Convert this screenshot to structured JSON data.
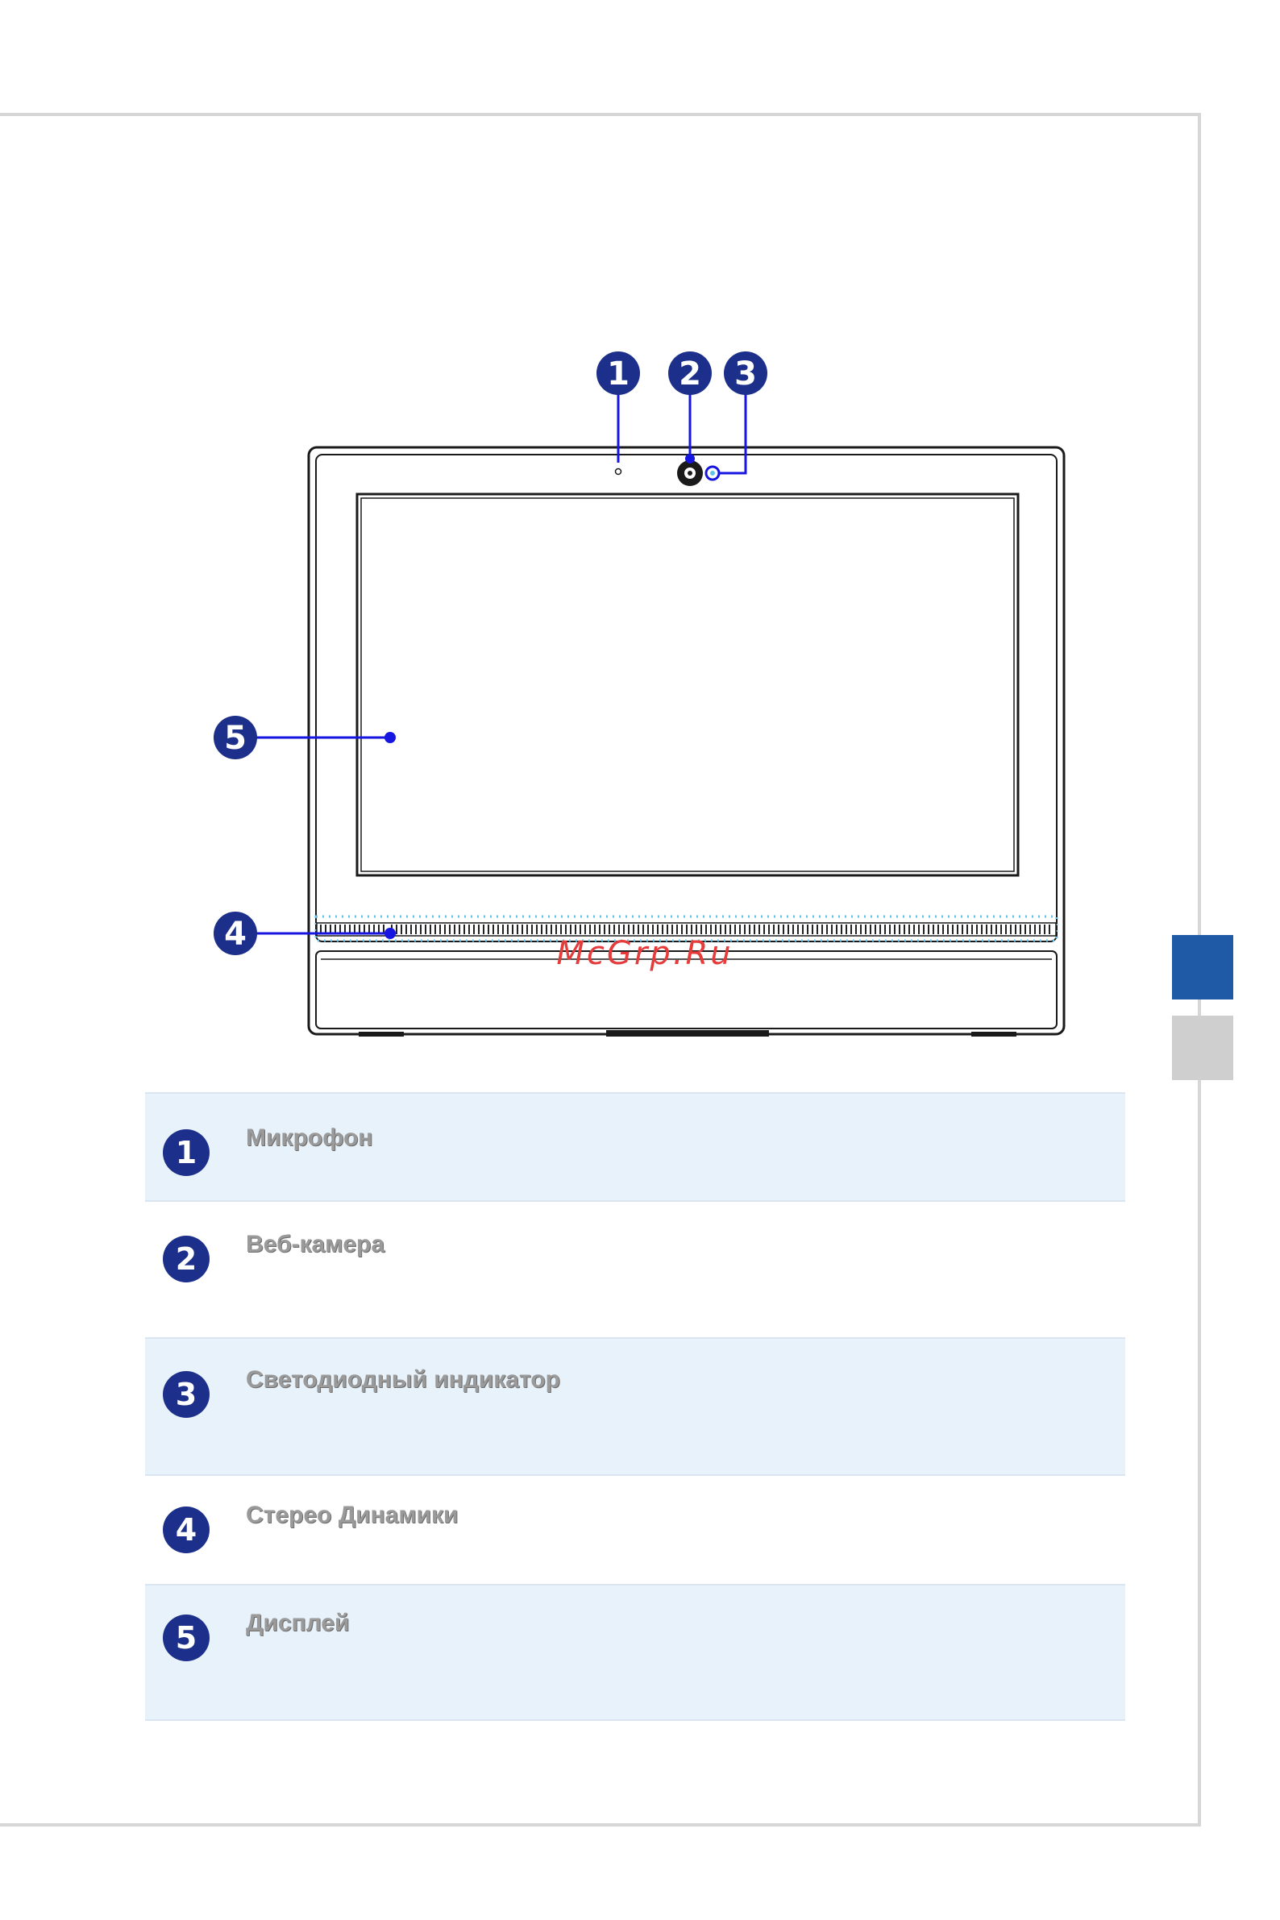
{
  "callouts": [
    "1",
    "2",
    "3",
    "4",
    "5"
  ],
  "watermark": "McGrp.Ru",
  "parts": [
    {
      "number": "1",
      "label": "Микрофон",
      "shaded": true
    },
    {
      "number": "2",
      "label": "Веб-камера",
      "shaded": false
    },
    {
      "number": "3",
      "label": "Светодиодный индикатор",
      "shaded": true
    },
    {
      "number": "4",
      "label": "Стерео Динамики",
      "shaded": false
    },
    {
      "number": "5",
      "label": "Дисплей",
      "shaded": true
    }
  ],
  "colors": {
    "callout_fill": "#1c2f8a",
    "leader_line": "#1616e0",
    "row_shade": "#e8f2fa",
    "tab_blue": "#1f5aa6",
    "tab_gray": "#cfcfcf",
    "speaker_dots": "#5fc3ea"
  }
}
